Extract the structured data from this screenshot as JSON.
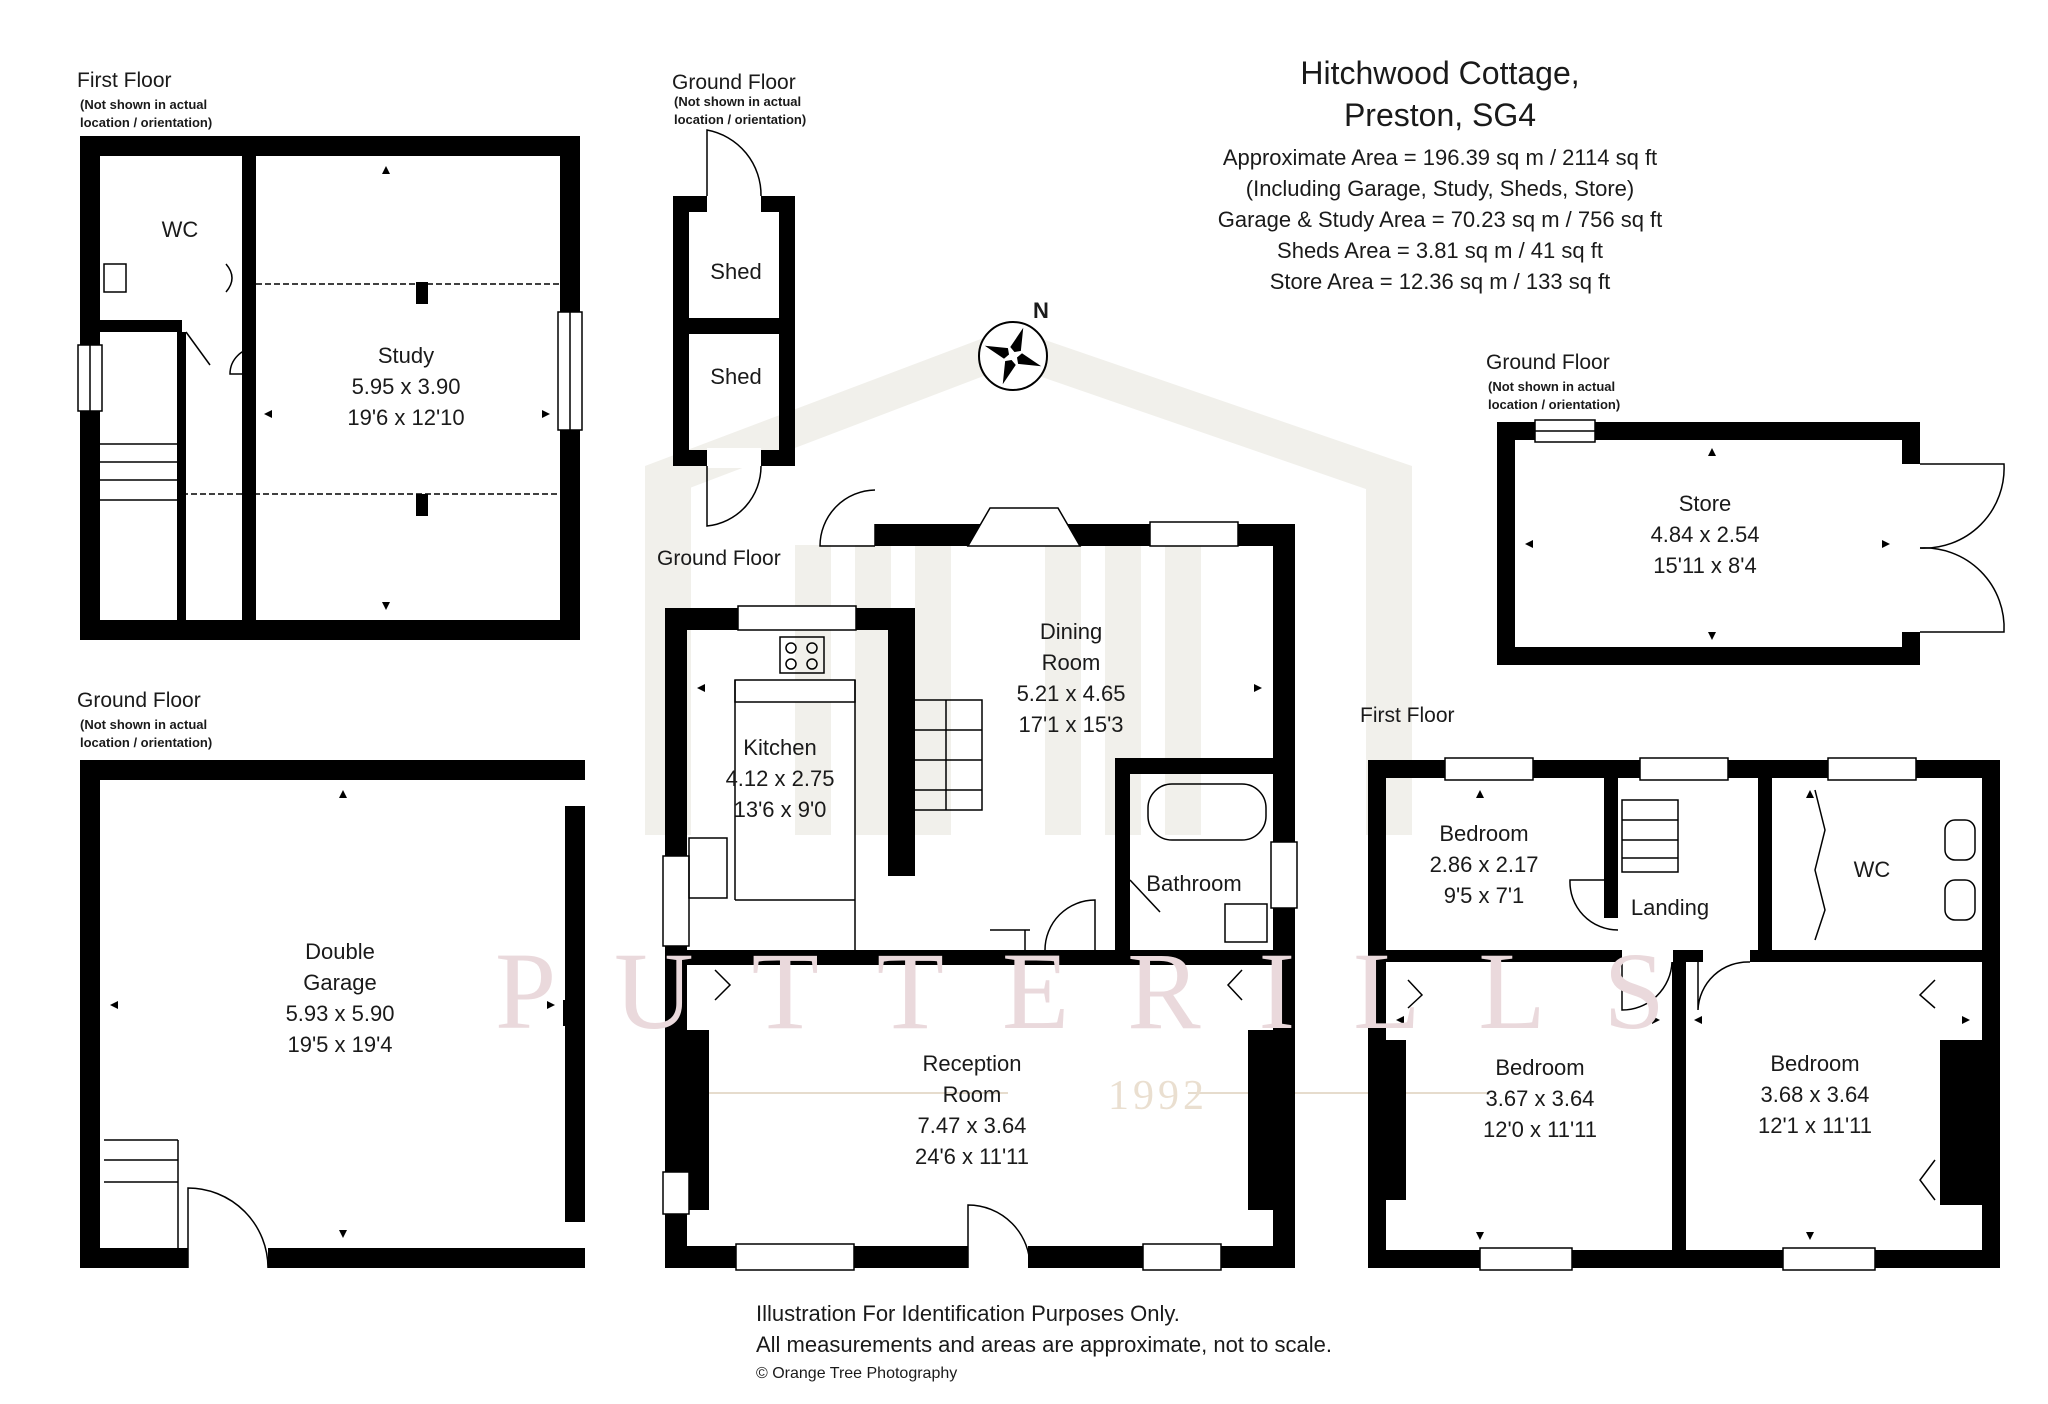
{
  "header": {
    "title_line1": "Hitchwood Cottage,",
    "title_line2": "Preston, SG4",
    "areas": [
      "Approximate Area = 196.39 sq m / 2114 sq ft",
      "(Including Garage, Study, Sheds, Store)",
      "Garage & Study Area = 70.23 sq m / 756 sq ft",
      "Sheds Area = 3.81 sq m / 41 sq ft",
      "Store Area = 12.36 sq m / 133 sq ft"
    ]
  },
  "compass": {
    "label": "N"
  },
  "watermark": {
    "brand": "PUTTERILLS",
    "year": "1992"
  },
  "floors": {
    "study_floor": "First Floor",
    "study_note": "(Not shown in actual\nlocation / orientation)",
    "shed_floor": "Ground Floor",
    "shed_note": "(Not shown in actual\nlocation / orientation)",
    "garage_floor": "Ground Floor",
    "garage_note": "(Not shown in actual\nlocation / orientation)",
    "store_floor": "Ground Floor",
    "store_note": "(Not shown in actual\nlocation / orientation)",
    "main_ground": "Ground Floor",
    "main_first": "First Floor"
  },
  "rooms": {
    "wc_study": {
      "name": "WC"
    },
    "study": {
      "name": "Study",
      "metric": "5.95 x 3.90",
      "imperial": "19'6 x 12'10"
    },
    "shed_upper": {
      "name": "Shed"
    },
    "shed_lower": {
      "name": "Shed"
    },
    "store": {
      "name": "Store",
      "metric": "4.84 x 2.54",
      "imperial": "15'11 x 8'4"
    },
    "garage": {
      "name": "Double",
      "name2": "Garage",
      "metric": "5.93 x 5.90",
      "imperial": "19'5 x 19'4"
    },
    "dining": {
      "name": "Dining",
      "name2": "Room",
      "metric": "5.21 x 4.65",
      "imperial": "17'1 x 15'3"
    },
    "kitchen": {
      "name": "Kitchen",
      "metric": "4.12 x 2.75",
      "imperial": "13'6 x 9'0"
    },
    "bathroom": {
      "name": "Bathroom"
    },
    "reception": {
      "name": "Reception",
      "name2": "Room",
      "metric": "7.47 x 3.64",
      "imperial": "24'6 x 11'11"
    },
    "bedroom_small": {
      "name": "Bedroom",
      "metric": "2.86 x 2.17",
      "imperial": "9'5 x 7'1"
    },
    "landing": {
      "name": "Landing"
    },
    "wc_first": {
      "name": "WC"
    },
    "bedroom_left": {
      "name": "Bedroom",
      "metric": "3.67 x 3.64",
      "imperial": "12'0 x 11'11"
    },
    "bedroom_right": {
      "name": "Bedroom",
      "metric": "3.68 x 3.64",
      "imperial": "12'1 x 11'11"
    }
  },
  "footer": {
    "line1": "Illustration For Identification Purposes Only.",
    "line2": "All measurements and areas are approximate, not to scale.",
    "credit": "© Orange Tree Photography"
  },
  "colors": {
    "wall": "#000000",
    "shadow_house": "#f1f0eb",
    "watermark_text": "#ead9dc"
  }
}
